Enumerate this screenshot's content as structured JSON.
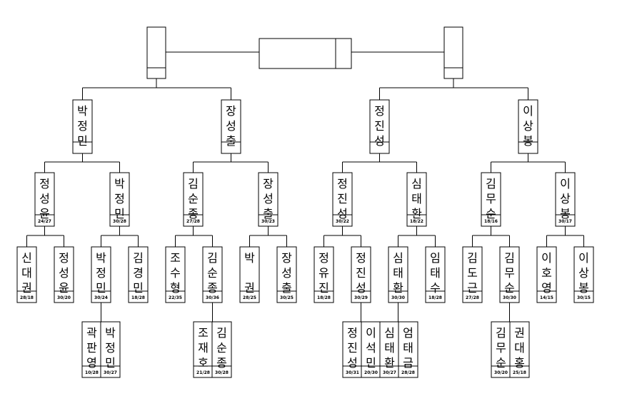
{
  "bracket": {
    "final": {
      "left": {
        "name": "",
        "score": ""
      },
      "center": {
        "name": ""
      },
      "right": {
        "name": "",
        "score": ""
      }
    },
    "players": [
      {
        "name": "박정민",
        "score": ""
      },
      {
        "name": "장성출",
        "score": ""
      },
      {
        "name": "정진성",
        "score": ""
      },
      {
        "name": "이상봉",
        "score": ""
      },
      {
        "name": "정성윤",
        "score": "24/27"
      },
      {
        "name": "박정민",
        "score": "30/28"
      },
      {
        "name": "김순종",
        "score": "27/28"
      },
      {
        "name": "장성출",
        "score": "30/23"
      },
      {
        "name": "정진성",
        "score": "30/22"
      },
      {
        "name": "심태환",
        "score": "18/22"
      },
      {
        "name": "김무순",
        "score": "18/16"
      },
      {
        "name": "이상봉",
        "score": "30/17"
      },
      {
        "name": "신대권",
        "score": "28/18"
      },
      {
        "name": "정성윤",
        "score": "30/20"
      },
      {
        "name": "박정민",
        "score": "30/24"
      },
      {
        "name": "김경민",
        "score": "18/28"
      },
      {
        "name": "조수형",
        "score": "22/35"
      },
      {
        "name": "김순종",
        "score": "30/36"
      },
      {
        "name": "박 권",
        "score": "28/25"
      },
      {
        "name": "장성출",
        "score": "30/25"
      },
      {
        "name": "정유진",
        "score": "18/28"
      },
      {
        "name": "정진성",
        "score": "30/29"
      },
      {
        "name": "심태환",
        "score": "30/30"
      },
      {
        "name": "임태수",
        "score": "18/28"
      },
      {
        "name": "김도근",
        "score": "27/28"
      },
      {
        "name": "김무순",
        "score": "30/30"
      },
      {
        "name": "이호영",
        "score": "14/15"
      },
      {
        "name": "이상봉",
        "score": "30/15"
      },
      {
        "name": "곽판영",
        "score": "10/28"
      },
      {
        "name": "박정민",
        "score": "30/27"
      },
      {
        "name": "조재호",
        "score": "21/28"
      },
      {
        "name": "김순종",
        "score": "30/28"
      },
      {
        "name": "정진성",
        "score": "30/31"
      },
      {
        "name": "이석민",
        "score": "20/30"
      },
      {
        "name": "심태환",
        "score": "30/27"
      },
      {
        "name": "엄태금",
        "score": "28/28"
      },
      {
        "name": "김무순",
        "score": "30/20"
      },
      {
        "name": "권대홍",
        "score": "25/18"
      }
    ]
  }
}
